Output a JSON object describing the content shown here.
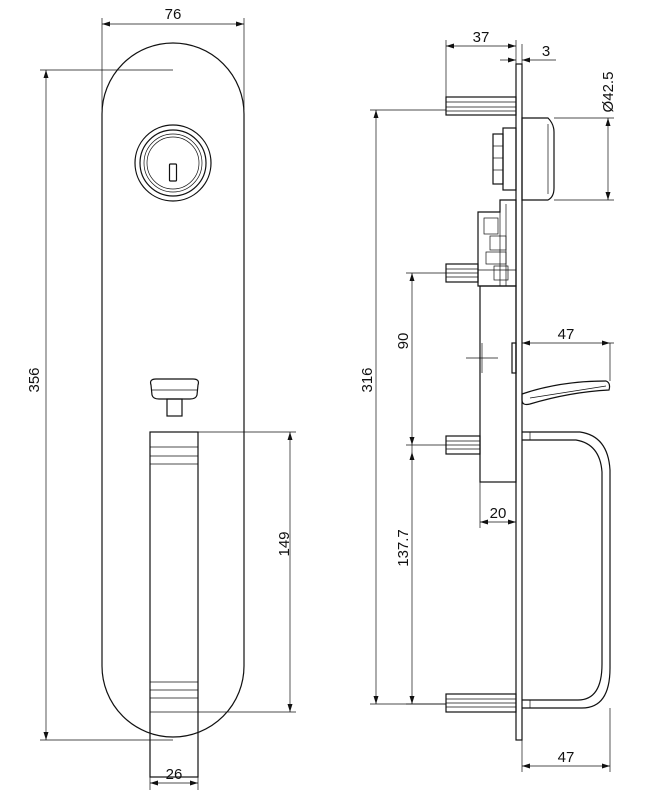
{
  "diagram": {
    "front_view": {
      "width_top": "76",
      "height_total": "356",
      "handle_length": "149",
      "handle_width": "26"
    },
    "side_view": {
      "depth_top": "37",
      "plate_thickness": "3",
      "cylinder_diameter": "Ø42.5",
      "height_between": "316",
      "spindle_spacing": "90",
      "lever_projection": "47",
      "lower_distance": "137.7",
      "case_depth": "20",
      "handle_projection": "47"
    }
  }
}
